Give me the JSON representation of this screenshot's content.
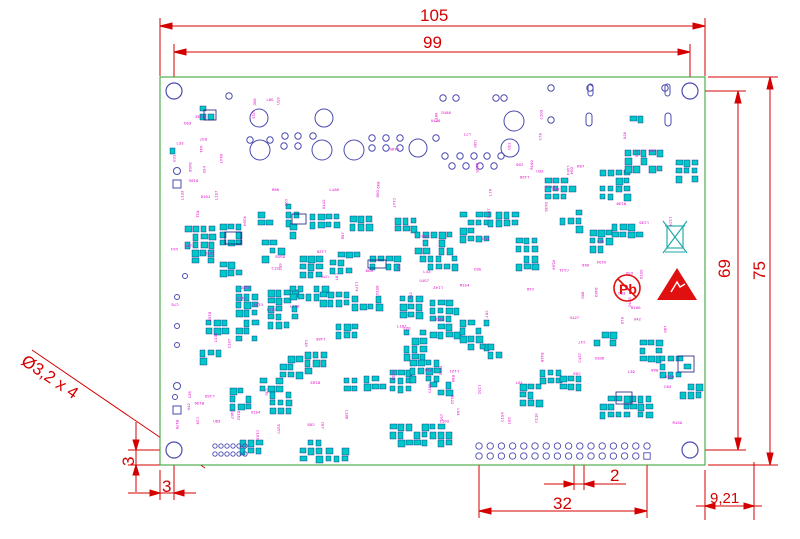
{
  "dimensions": {
    "overall_width": "105",
    "hole_spacing_width": "99",
    "hole_spacing_height": "69",
    "overall_height": "75",
    "hole_spec": "Ø3,2 x 4",
    "hole_offset_y": "3",
    "hole_offset_x": "3",
    "connector_length": "32",
    "pin_pitch": "2",
    "connector_offset": "9,21"
  },
  "colors": {
    "dimension": "#d40000",
    "board_outline": "#2e9e2e",
    "pads": "#00c8c8",
    "pad_outline": "#1a1a7a",
    "silkscreen": "#e000c8",
    "holes": "#4a4ab0"
  },
  "icons": [
    "weee-bin-icon",
    "no-pb-icon",
    "esd-warning-icon"
  ]
}
